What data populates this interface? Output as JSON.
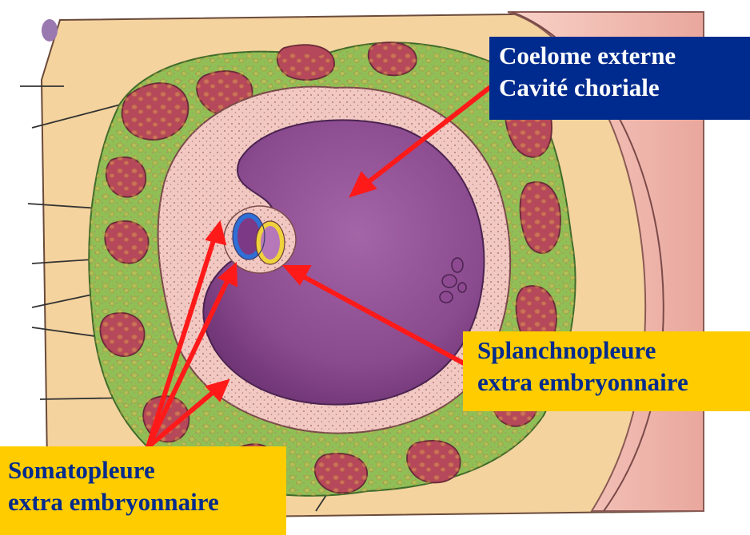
{
  "labels": {
    "coelome": {
      "line1": "Coelome externe",
      "line2": "Cavité choriale"
    },
    "splanchnopleure": {
      "line1": "Splanchnopleure",
      "line2": "extra embryonnaire"
    },
    "somatopleure": {
      "line1": "Somatopleure",
      "line2": "extra embryonnaire"
    }
  },
  "colors": {
    "label_navy_bg": "#002b8e",
    "label_navy_text": "#ffffff",
    "label_gold_bg": "#ffcc00",
    "label_gold_text": "#002b8e",
    "arrow": "#ff1a1a",
    "background_tissue": "#f4d39e",
    "villi_green": "#8fbf55",
    "lacunae_red": "#b5485a",
    "chorionic_pink": "#f2c9c2",
    "cavity_purple": "#8e4a90",
    "uterine_wall": "#f7c6bd",
    "amnion_blue": "#2f6fd6",
    "yolk_sac_yellow": "#f0d23c"
  }
}
